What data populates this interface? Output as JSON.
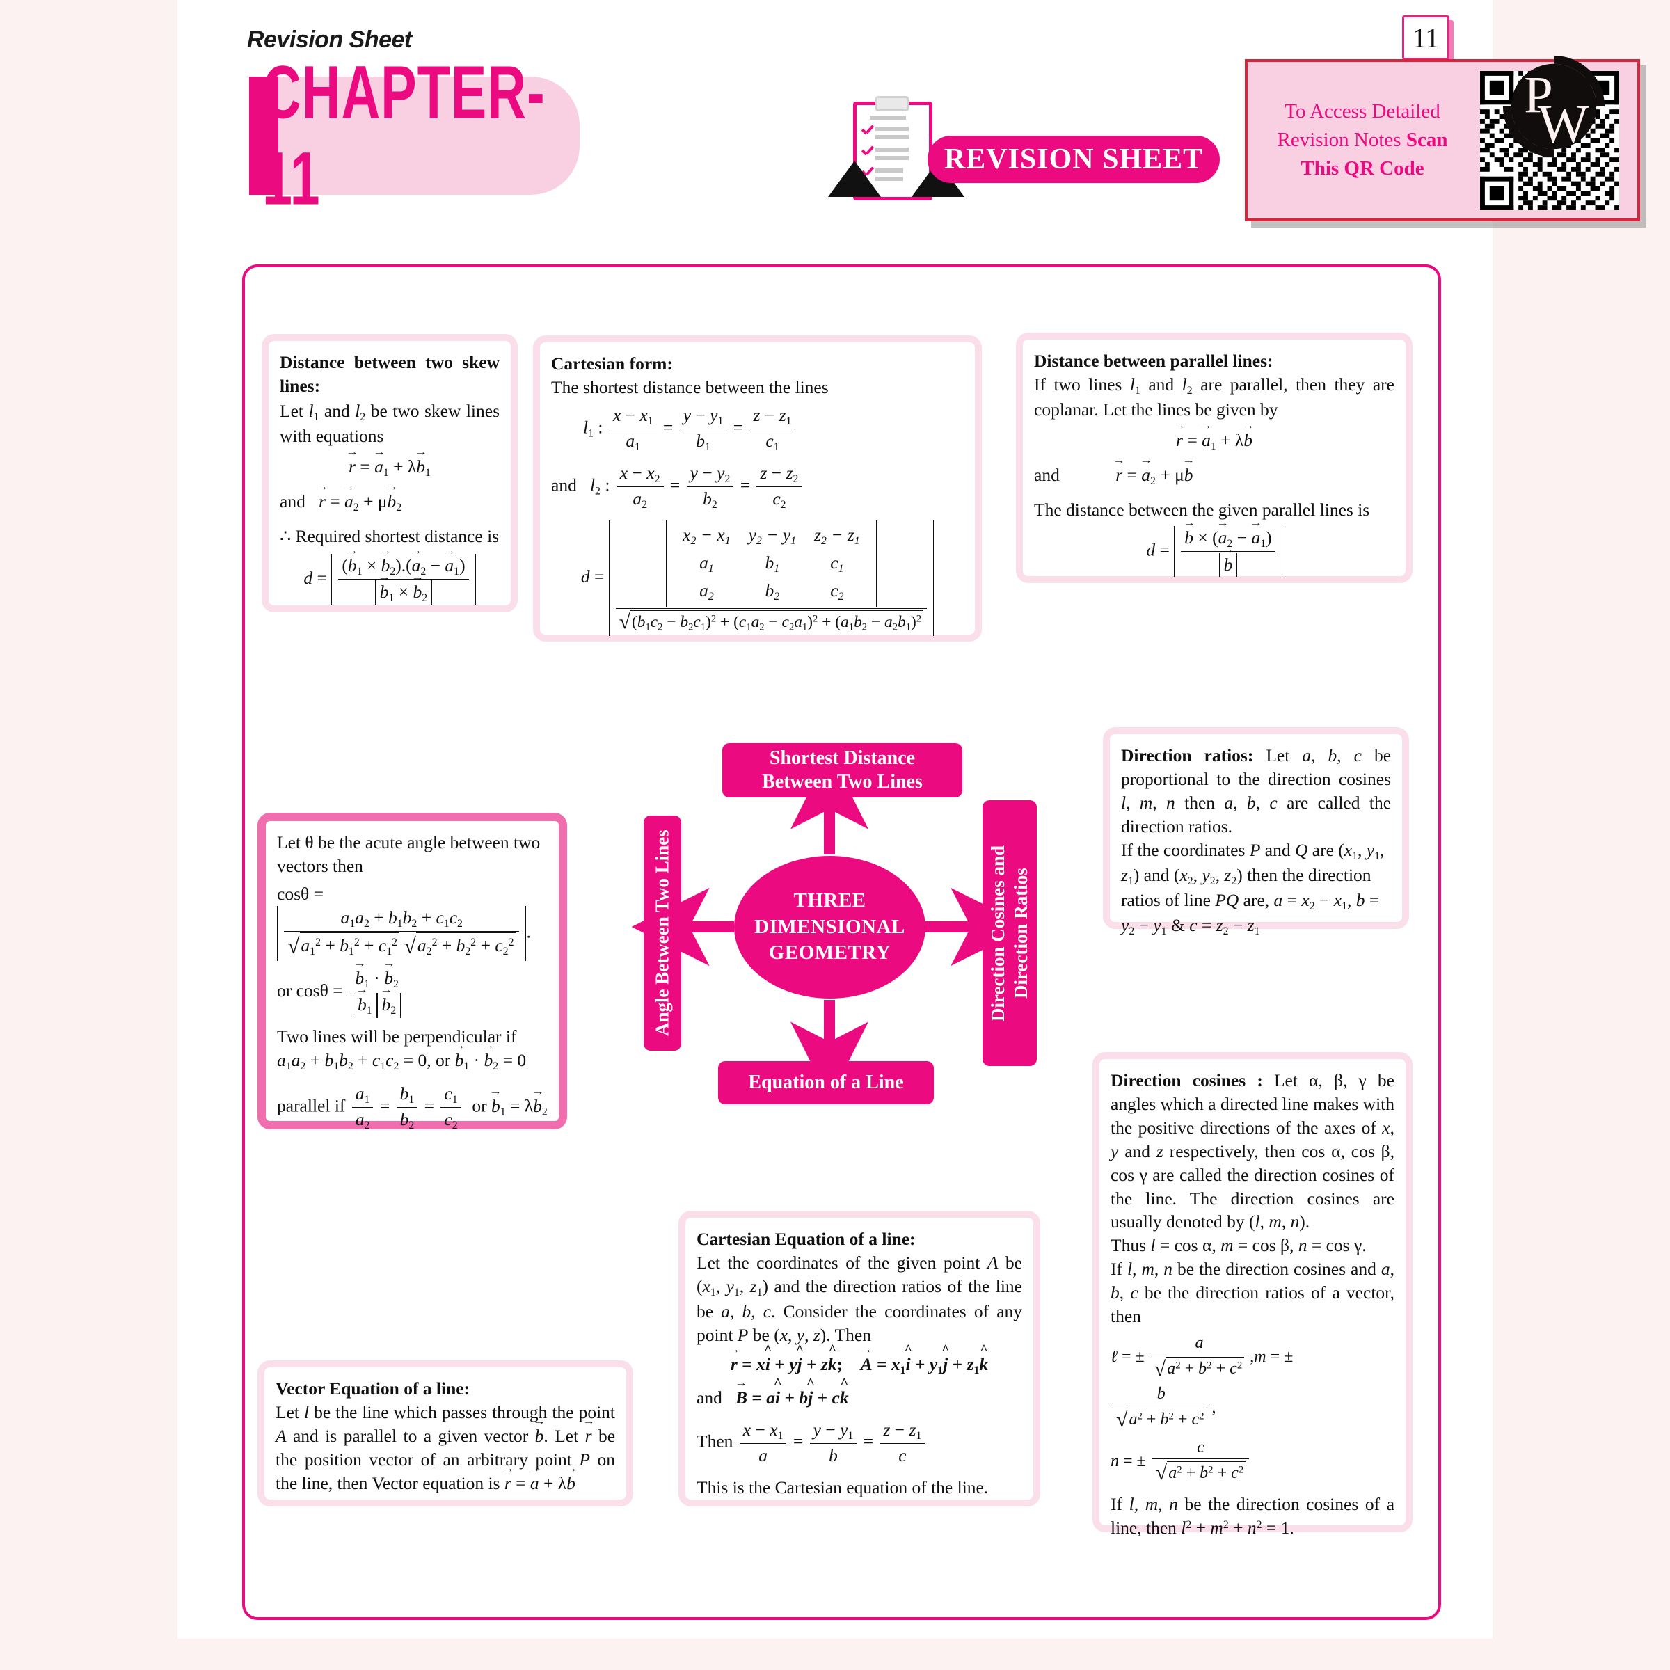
{
  "header": {
    "revision_label": "Revision Sheet",
    "page_number": "11",
    "chapter_title": "CHAPTER-11",
    "banner_title": "REVISION SHEET",
    "qr_line1": "To Access Detailed",
    "qr_line2_plain": "Revision Notes ",
    "qr_line2_bold": "Scan",
    "qr_line3": "This QR Code",
    "logo_text": "PW"
  },
  "colors": {
    "accent": "#ec0a80",
    "accent_light": "#f9cfe2",
    "box_border": "#fadfeb",
    "box_border_strong": "#f06eae",
    "qr_border": "#d9253c",
    "page_bg": "#fdf2f2"
  },
  "hub": {
    "line1": "THREE",
    "line2": "DIMENSIONAL",
    "line3": "GEOMETRY"
  },
  "nodes": {
    "shortest_distance": "Shortest Distance\nBetween Two Lines",
    "angle_between": "Angle Between Two Lines",
    "direction_cosines_ratios": "Direction Cosines and\nDirection Ratios",
    "equation_of_line": "Equation of a Line"
  },
  "boxes": {
    "skew": {
      "heading": "Distance between two skew lines:",
      "body1": "Let l₁ and l₂ be two skew lines with equations",
      "eq1": "r⃗ = a⃗₁ + λb⃗₁",
      "body2": "and",
      "eq2": "r⃗ = a⃗₂ + μb⃗₂",
      "body3": "∴ Required shortest distance is",
      "eq3": "d = |(b⃗₁ × b⃗₂).(a⃗₂ − a⃗₁)| / |b⃗₁ × b⃗₂|"
    },
    "cartesian_form": {
      "heading": "Cartesian form:",
      "body1": "The shortest distance between the lines",
      "line1_label": "l₁ :",
      "line2_label": "l₂ :",
      "and_label": "and",
      "d_label": "d ="
    },
    "parallel": {
      "heading": "Distance between parallel lines:",
      "body1": "If two lines l₁ and l₂ are parallel, then they are coplanar. Let the lines be given by",
      "eq1": "r⃗ = a⃗₁ + λb⃗",
      "and_label": "and",
      "eq2": "r⃗ = a⃗₂ + μb⃗",
      "body2": "The distance between the given parallel lines is",
      "eq3": "d = |b⃗ × (a⃗₂ − a⃗₁)| / |b⃗|"
    },
    "angle": {
      "body1": "Let θ be the acute angle between two vectors then",
      "eq1_label": "cosθ =",
      "eq1_num": "a₁a₂ + b₁b₂ + c₁c₂",
      "eq1_den": "√(a₁²+b₁²+c₁²) √(a₂²+b₂²+c₂²)",
      "eq2_label": "or cosθ =",
      "eq2_num": "b⃗₁ · b⃗₂",
      "eq2_den": "|b⃗₁| |b⃗₂|",
      "body2": "Two lines will be perpendicular if",
      "eq3": "a₁a₂ + b₁b₂ + c₁c₂ = 0, or b⃗₁ · b⃗₂ = 0",
      "body3": "parallel if",
      "eq4": "a₁/a₂ = b₁/b₂ = c₁/c₂",
      "eq4_tail": "or b⃗₁ = λb⃗₂"
    },
    "direction_ratios": {
      "heading": "Direction ratios:",
      "body1": " Let a, b, c be proportional to the direction cosines l, m, n then a, b, c are called the direction ratios.",
      "body2": "If the coordinates P and Q are (x₁, y₁, z₁) and (x₂, y₂, z₂) then the direction ratios of line PQ are, a = x₂ − x₁, b = y₂ − y₁ & c = z₂ − z₁"
    },
    "direction_cosines": {
      "heading": "Direction cosines :",
      "body1": " Let α, β, γ be angles which a directed line makes with the positive directions of the axes of x, y and z respectively, then cos α, cos β, cos γ are called the direction cosines of the line. The direction cosines are usually denoted by (l, m, n).",
      "body2": "Thus l = cos α, m = cos β, n = cos γ.",
      "body3": "If l, m, n be the direction cosines and a, b, c be the direction ratios of a vector, then",
      "eq1": "ℓ = ± a/√(a²+b²+c²), m = ± b/√(a²+b²+c²),",
      "eq2": "n = ± c/√(a²+b²+c²)",
      "body4": "If l, m, n be the direction cosines of a line, then l² + m² + n² = 1."
    },
    "vector_equation": {
      "heading": "Vector Equation of a line:",
      "body1": "Let l be the line which passes through the point A and is parallel to a given vector b⃗. Let r⃗ be the position vector of an arbitrary point P on the line, then Vector equation is r⃗ = a⃗ + λb⃗"
    },
    "cartesian_equation": {
      "heading": "Cartesian Equation of a line:",
      "body1": "Let the coordinates of the given point A be (x₁, y₁, z₁) and the direction ratios of the line be a, b, c. Consider the coordinates of any point P be (x, y, z). Then",
      "eq1": "r⃗ = xî + yĵ + zk̂;   A⃗ = x₁î + y₁ĵ + z₁k̂",
      "and_label": "and",
      "eq2": "B⃗ = aî + bĵ + ck̂",
      "then_label": "Then",
      "eq3": "(x − x₁)/a = (y − y₁)/b = (z − z₁)/c",
      "body2": "This is the Cartesian equation of the line."
    }
  }
}
